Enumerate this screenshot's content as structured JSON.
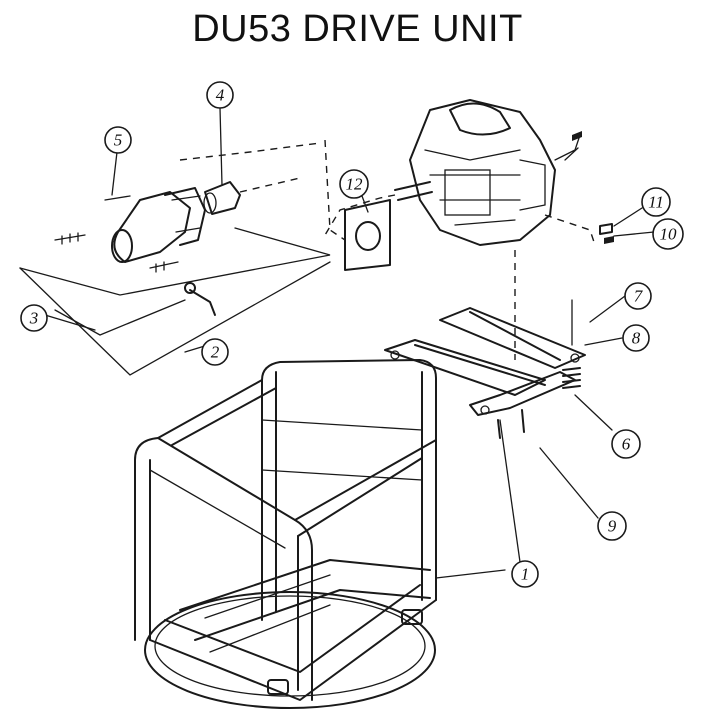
{
  "title": "DU53 DRIVE UNIT",
  "callouts": {
    "c1": "1",
    "c2": "2",
    "c3": "3",
    "c4": "4",
    "c5": "5",
    "c6": "6",
    "c7": "7",
    "c8": "8",
    "c9": "9",
    "c10": "10",
    "c11": "11",
    "c12": "12"
  }
}
